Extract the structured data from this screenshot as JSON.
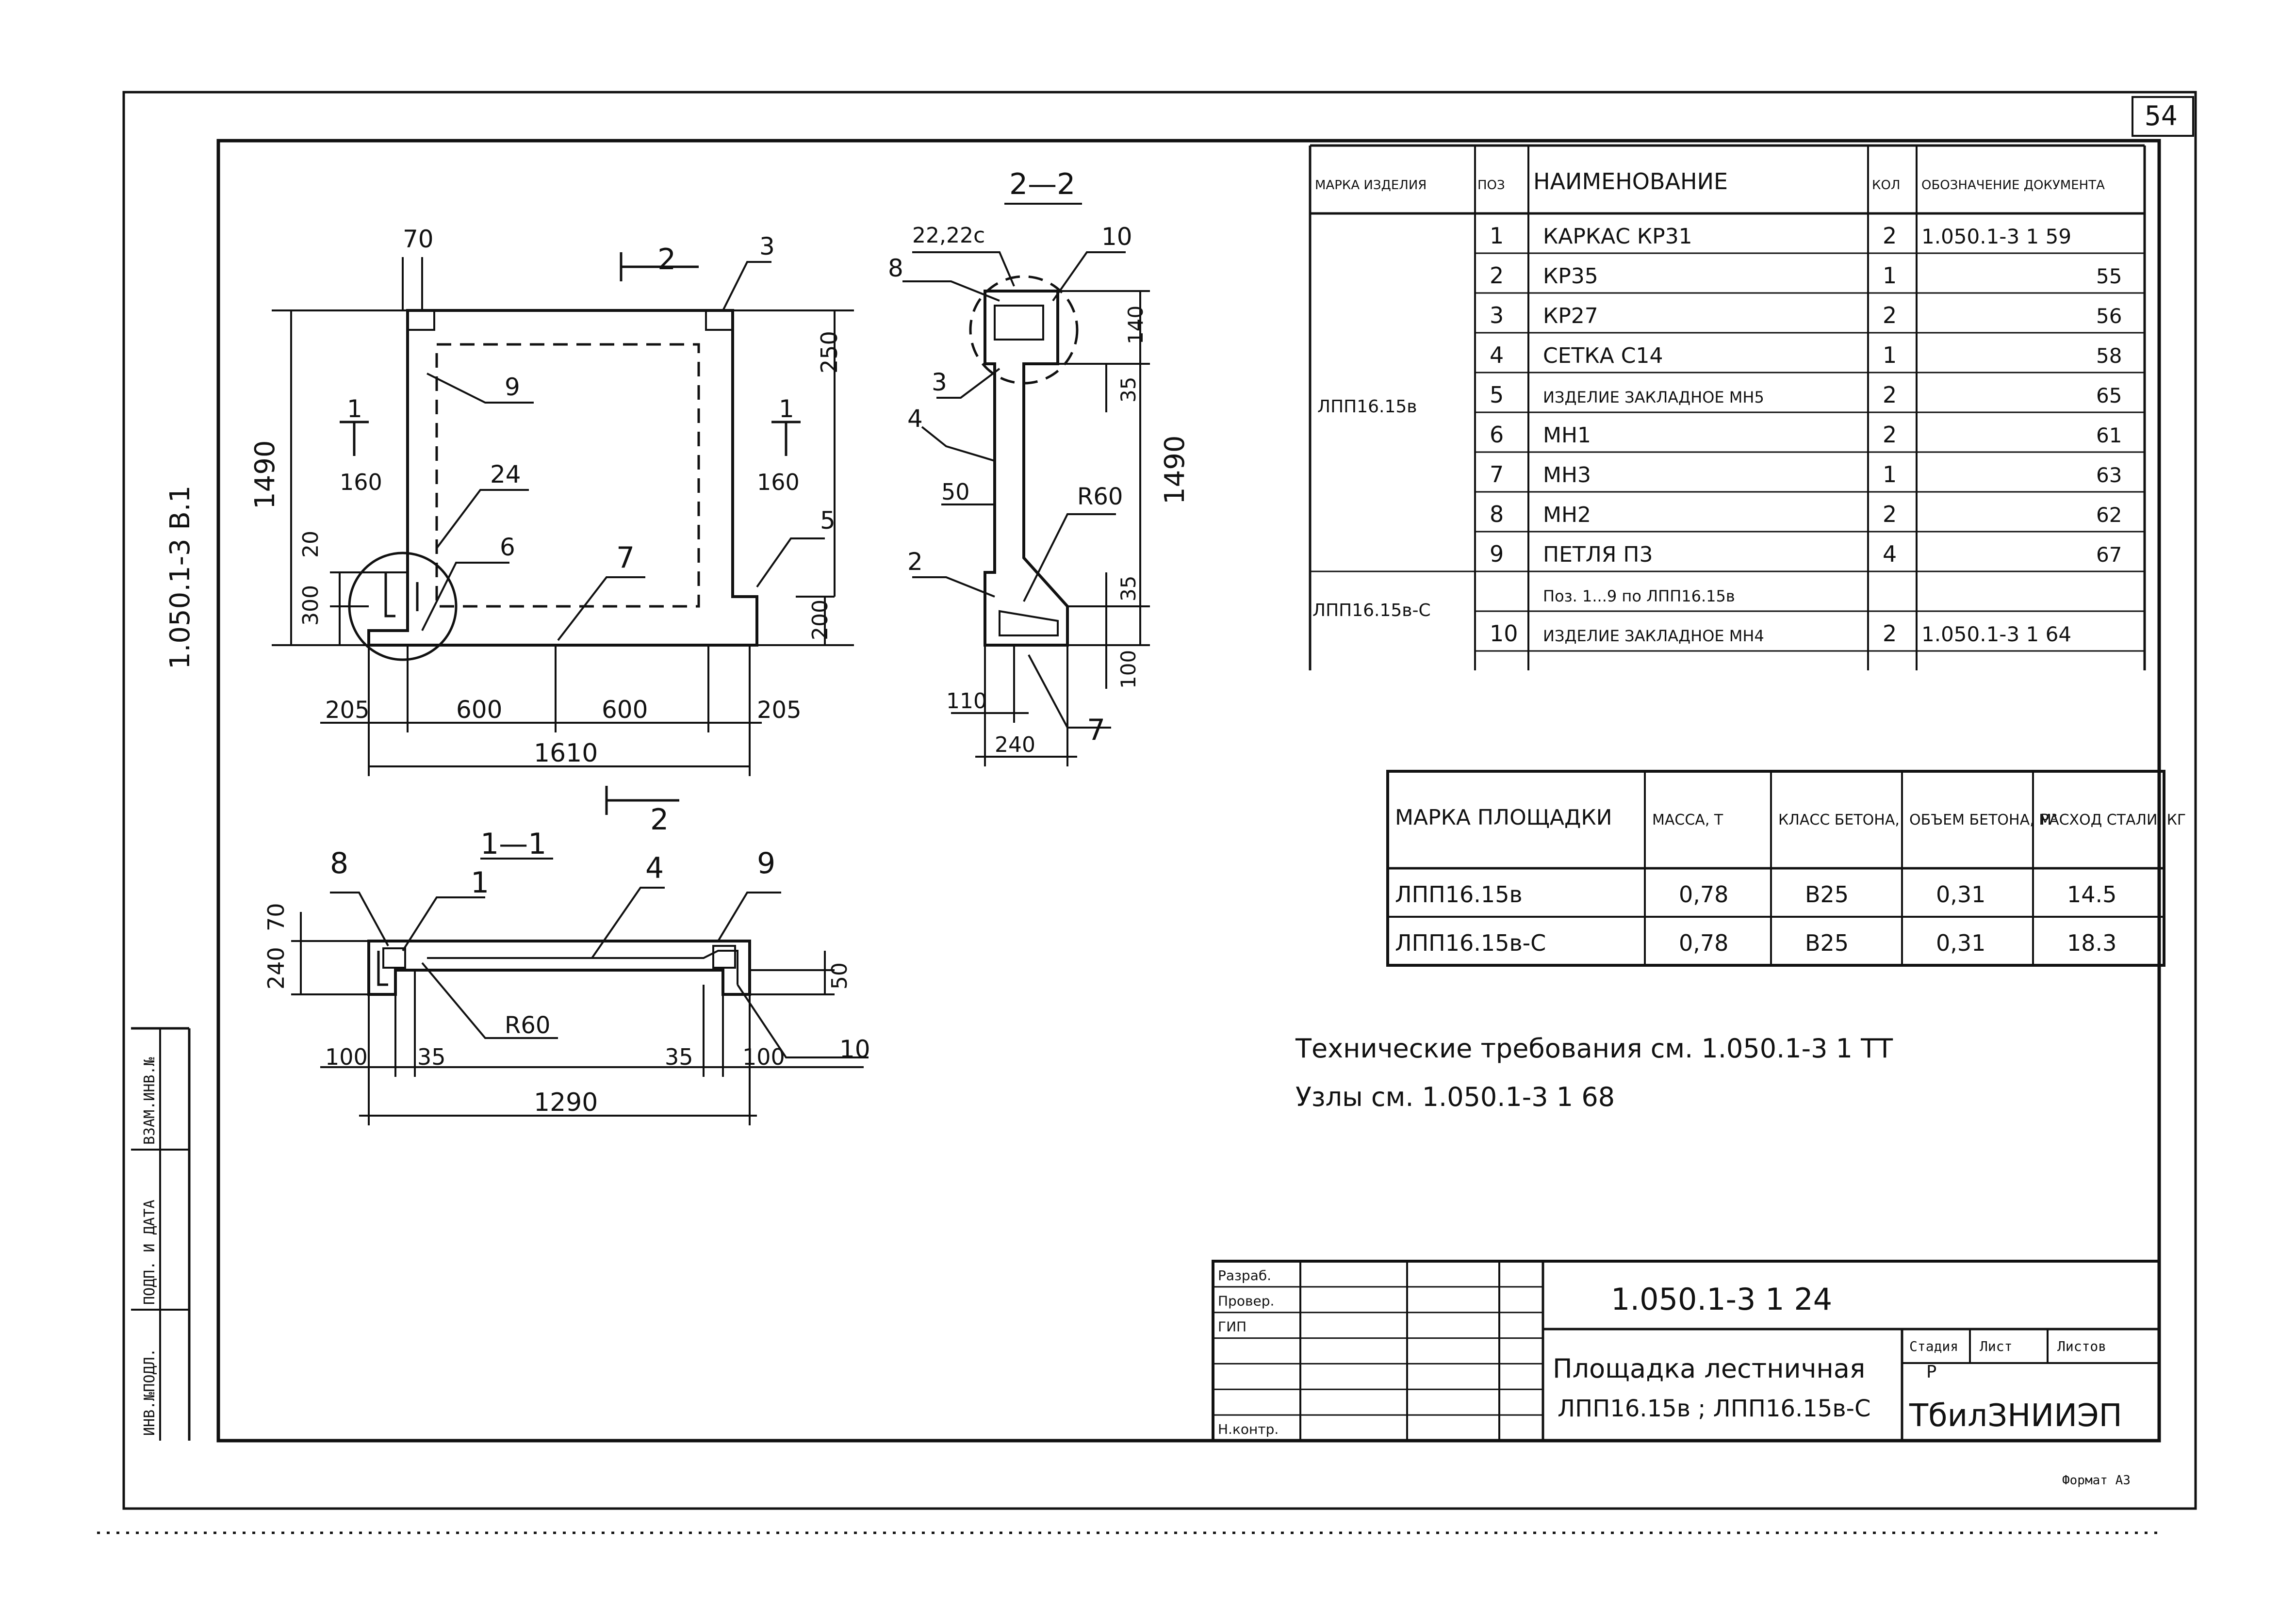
{
  "sheet": {
    "page_number": "54",
    "side_code": "1.050.1-3 В.1",
    "side_stamps": [
      "ИНВ.№ПОДЛ.",
      "ПОДП. И ДАТА",
      "ВЗАМ.ИНВ.№"
    ]
  },
  "view_main": {
    "section_mark_top": "2",
    "section_mark_bottom": "2",
    "section_mark_left": "1",
    "section_mark_right": "1",
    "dims": {
      "d70": "70",
      "d250": "250",
      "d1490": "1490",
      "d160a": "160",
      "d160b": "160",
      "d20": "20",
      "d300": "300",
      "d200": "200",
      "d205a": "205",
      "d600a": "600",
      "d600b": "600",
      "d205b": "205",
      "d1610": "1610"
    },
    "callouts": {
      "c3": "3",
      "c9": "9",
      "c24": "24",
      "c6": "6",
      "c7": "7",
      "c5": "5"
    }
  },
  "view_2_2": {
    "title": "2—2",
    "dims": {
      "d22": "22,22с",
      "d140": "140",
      "d35a": "35",
      "d50": "50",
      "dR60": "R60",
      "d1490": "1490",
      "d35b": "35",
      "d100": "100",
      "d110": "110",
      "d240": "240"
    },
    "callouts": {
      "c8": "8",
      "c10": "10",
      "c3": "3",
      "c4": "4",
      "c2": "2",
      "c7": "7"
    }
  },
  "view_1_1": {
    "title": "1—1",
    "dims": {
      "d70": "70",
      "d240": "240",
      "d50": "50",
      "dR60": "R60",
      "d100a": "100",
      "d35a": "35",
      "d35b": "35",
      "d100b": "100",
      "d1290": "1290"
    },
    "callouts": {
      "c8": "8",
      "c1": "1",
      "c4": "4",
      "c9": "9",
      "c10": "10"
    }
  },
  "spec_table": {
    "headers": [
      "МАРКА ИЗДЕЛИЯ",
      "ПОЗ",
      "НАИМЕНОВАНИЕ",
      "КОЛ",
      "ОБОЗНАЧЕНИЕ ДОКУМЕНТА"
    ],
    "group1_mark": "ЛПП16.15в",
    "group2_mark": "ЛПП16.15в-С",
    "rows": [
      {
        "pos": "1",
        "name": "КАРКАС КР31",
        "qty": "2",
        "doc": "1.050.1-3 1 59"
      },
      {
        "pos": "2",
        "name": "КР35",
        "qty": "1",
        "doc": "55"
      },
      {
        "pos": "3",
        "name": "КР27",
        "qty": "2",
        "doc": "56"
      },
      {
        "pos": "4",
        "name": "СЕТКА С14",
        "qty": "1",
        "doc": "58"
      },
      {
        "pos": "5",
        "name": "ИЗДЕЛИЕ ЗАКЛАДНОЕ МН5",
        "qty": "2",
        "doc": "65"
      },
      {
        "pos": "6",
        "name": "МН1",
        "qty": "2",
        "doc": "61"
      },
      {
        "pos": "7",
        "name": "МН3",
        "qty": "1",
        "doc": "63"
      },
      {
        "pos": "8",
        "name": "МН2",
        "qty": "2",
        "doc": "62"
      },
      {
        "pos": "9",
        "name": "ПЕТЛЯ П3",
        "qty": "4",
        "doc": "67"
      },
      {
        "pos": "",
        "name": "Поз. 1...9 по ЛПП16.15в",
        "qty": "",
        "doc": ""
      },
      {
        "pos": "10",
        "name": "ИЗДЕЛИЕ ЗАКЛАДНОЕ МН4",
        "qty": "2",
        "doc": "1.050.1-3 1 64"
      }
    ]
  },
  "mass_table": {
    "headers": [
      "МАРКА ПЛОЩАДКИ",
      "МАССА, Т",
      "КЛАСС БЕТОНА,",
      "ОБЪЕМ БЕТОНА, М³",
      "РАСХОД СТАЛИ, КГ"
    ],
    "rows": [
      [
        "ЛПП16.15в",
        "0,78",
        "В25",
        "0,31",
        "14.5"
      ],
      [
        "ЛПП16.15в-С",
        "0,78",
        "В25",
        "0,31",
        "18.3"
      ]
    ]
  },
  "notes": {
    "line1": "Технические требования см. 1.050.1-3 1 ТТ",
    "line2": "Узлы см. 1.050.1-3 1 68"
  },
  "title_block": {
    "doc_code": "1.050.1-3 1 24",
    "title_line1": "Площадка лестничная",
    "title_line2": "ЛПП16.15в ; ЛПП16.15в-С",
    "stage_label": "Стадия",
    "sheet_label": "Лист",
    "sheets_label": "Листов",
    "stage": "Р",
    "org": "ТбилЗНИИЭП",
    "roles": [
      "Разраб.",
      "Провер.",
      "ГИП",
      "",
      "",
      "",
      "Н.контр."
    ],
    "format": "Формат А3"
  }
}
